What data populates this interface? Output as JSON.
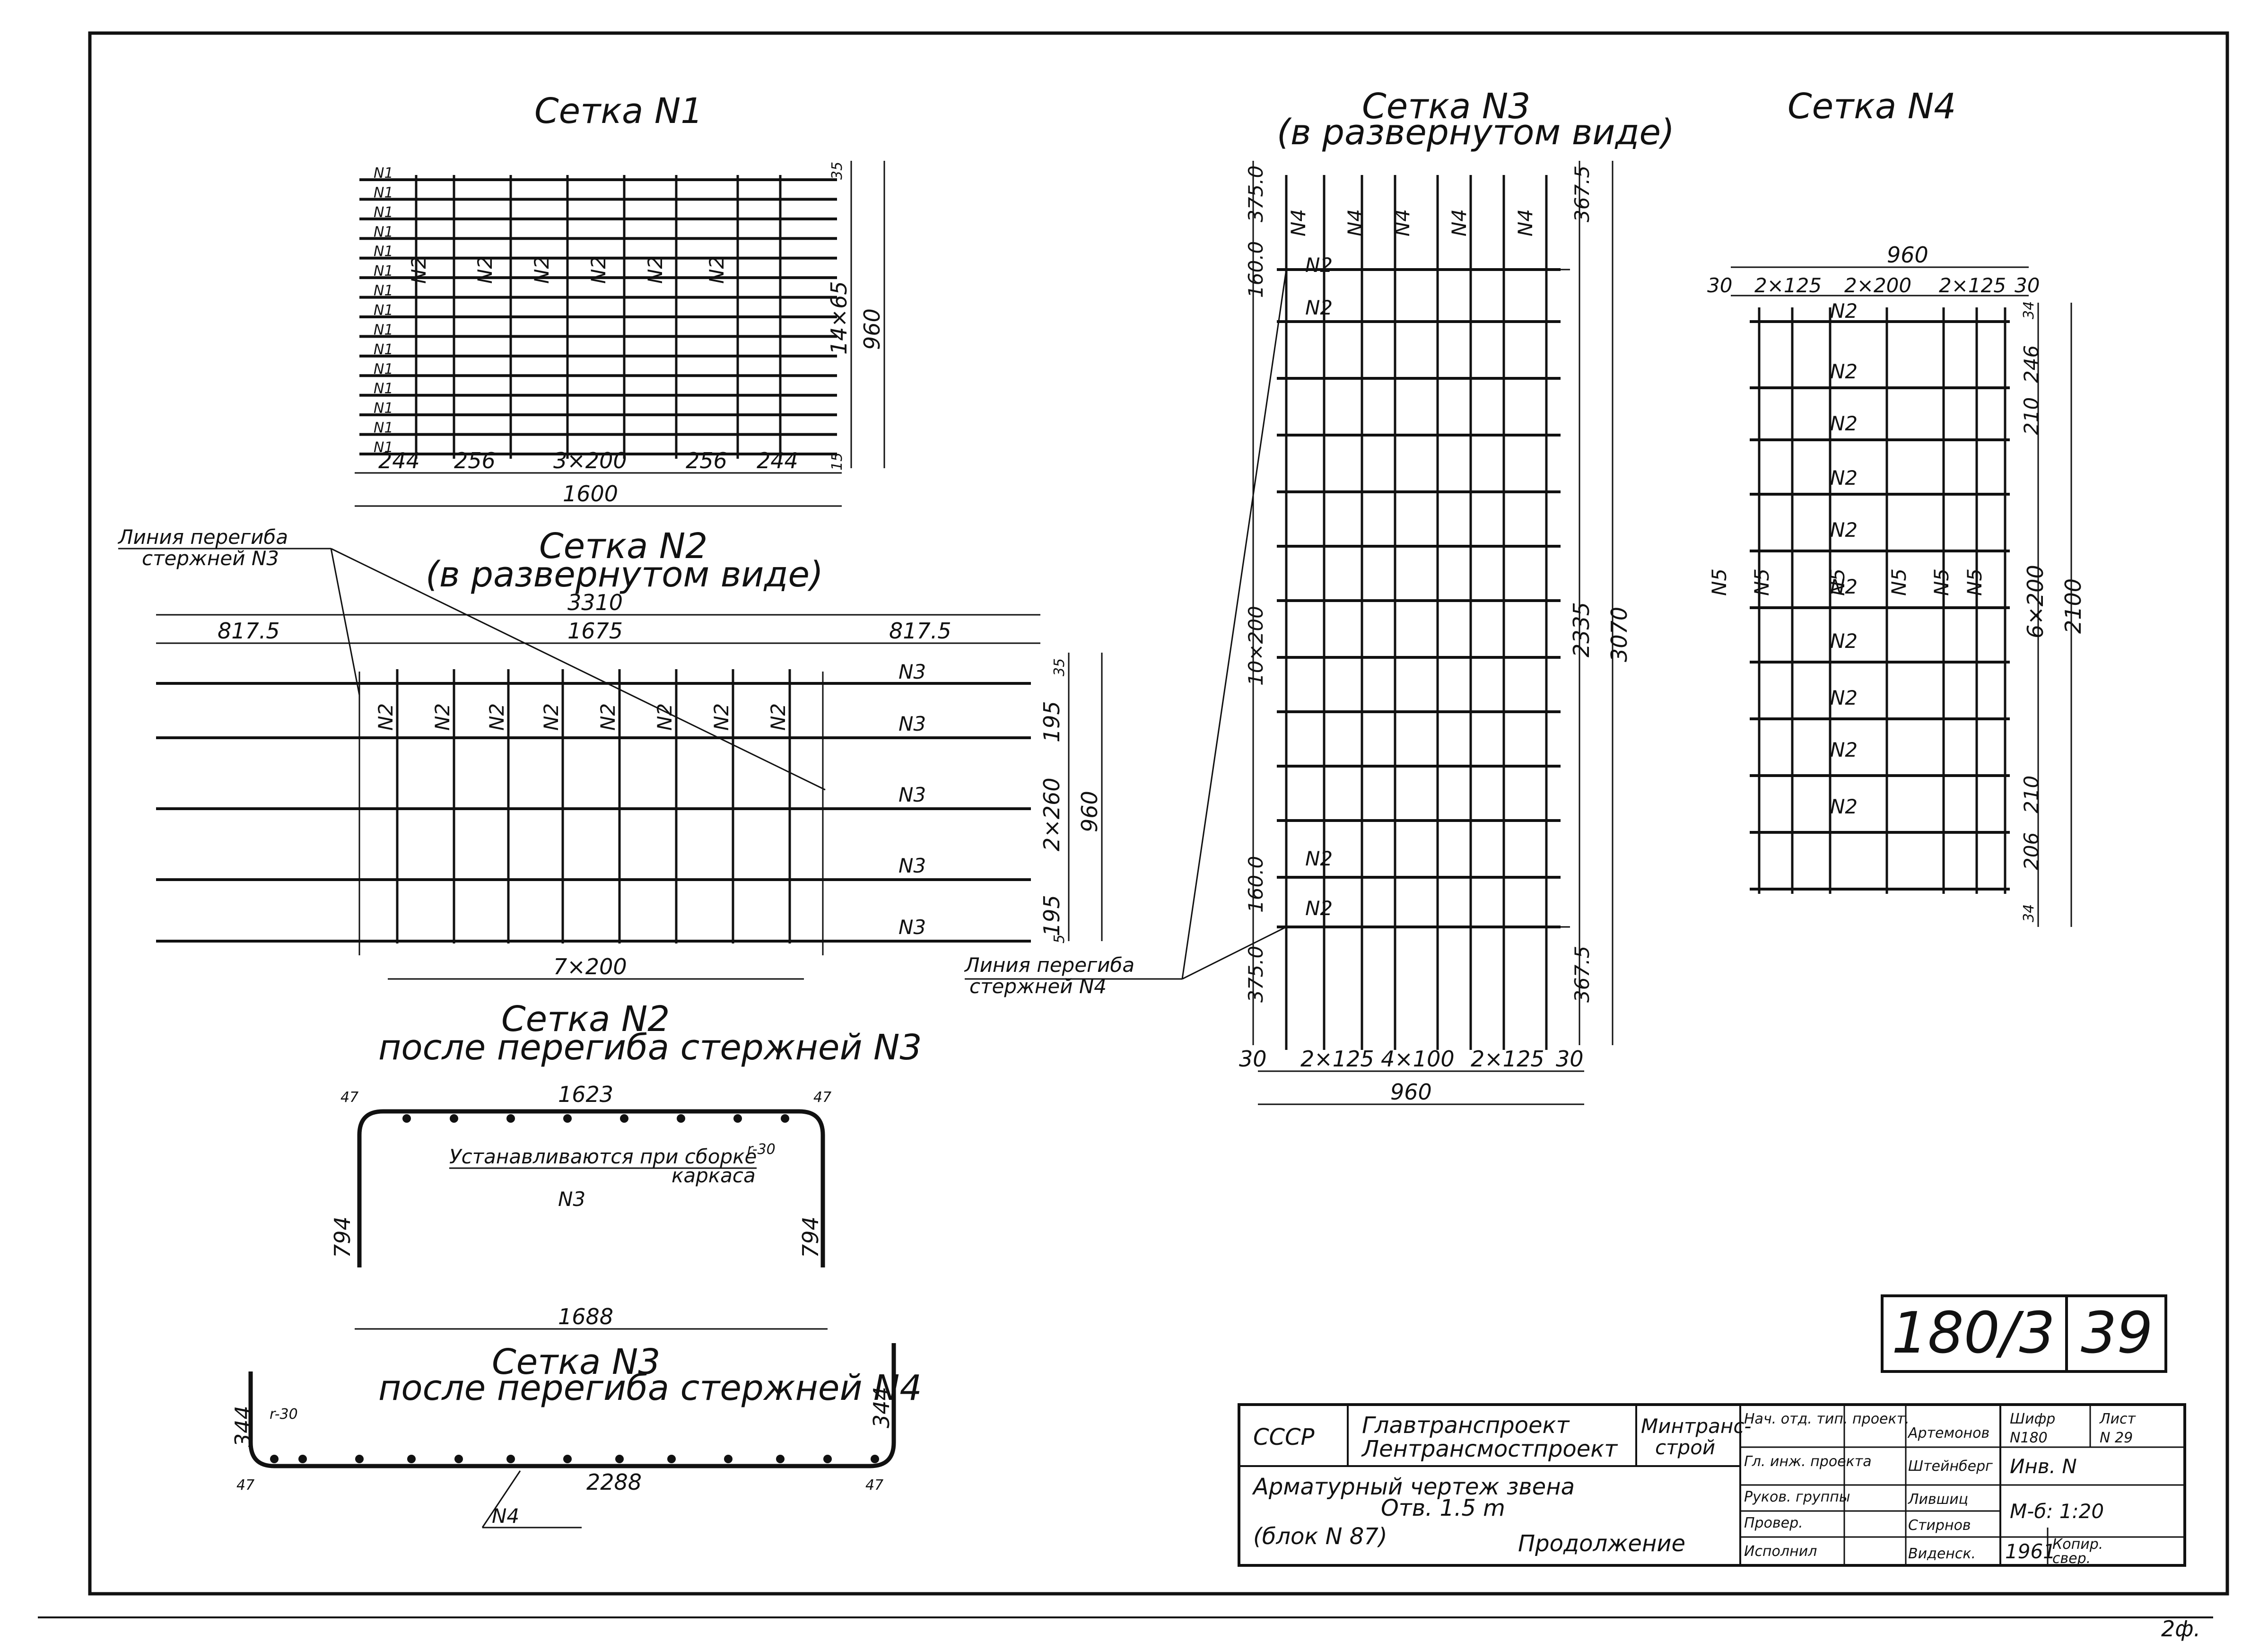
{
  "sheet": {
    "number": "180/3",
    "page": "39",
    "footer_mark": "2ф."
  },
  "mesh1": {
    "title": "Сетка N1",
    "bar_labels": [
      "N1",
      "N1",
      "N1",
      "N1",
      "N1",
      "N1",
      "N1",
      "N1",
      "N1",
      "N1",
      "N1",
      "N1",
      "N1",
      "N1",
      "N1"
    ],
    "vertical_labels": [
      "N2",
      "N2",
      "N2",
      "N2",
      "N2",
      "N2"
    ],
    "dims_bottom": [
      "244",
      "256",
      "3×200",
      "256",
      "244"
    ],
    "dim_total": "1600",
    "dims_right": [
      "35",
      "14×65",
      "15"
    ],
    "dim_right_total": "960"
  },
  "mesh2_flat": {
    "title": "Сетка N2",
    "subtitle": "(в развернутом виде)",
    "dim_overall": "3310",
    "dims_top": [
      "817.5",
      "1675",
      "817.5"
    ],
    "vertical_labels": [
      "N2",
      "N2",
      "N2",
      "N2",
      "N2",
      "N2",
      "N2",
      "N2"
    ],
    "bar_labels": [
      "N3",
      "N3",
      "N3",
      "N3",
      "N3"
    ],
    "dims_right": [
      "35",
      "195",
      "2×260",
      "195",
      "5"
    ],
    "dim_right_total": "960",
    "dim_bottom": "7×200",
    "bend_line_label_1": "Линия перегиба",
    "bend_line_label_2": "стержней N3"
  },
  "mesh2_bent": {
    "title": "Сетка N2",
    "subtitle": "после перегиба стержней N3",
    "dim_top": "1623",
    "dim_bottom": "1688",
    "dim_left": "794",
    "dim_right": "794",
    "corner_left": "47",
    "corner_right": "47",
    "radius": "r-30",
    "note_1": "Устанавливаются при сборке",
    "note_2": "каркаса",
    "bar_mark": "N3"
  },
  "mesh3_flat": {
    "title": "Сетка N3",
    "subtitle": "(в развернутом виде)",
    "top_labels": [
      "N4",
      "N4",
      "N4",
      "N4",
      "N4"
    ],
    "row_labels_top": [
      "N2",
      "N2"
    ],
    "row_labels_bottom": [
      "N2",
      "N2"
    ],
    "dims_left": [
      "375.0",
      "160.0",
      "10×200",
      "160.0",
      "375.0"
    ],
    "dims_right": [
      "367.5",
      "2335",
      "367.5"
    ],
    "dim_right_total": "3070",
    "dims_bottom": [
      "30",
      "2×125",
      "4×100",
      "2×125",
      "30"
    ],
    "dim_bottom_total": "960",
    "bend_line_label_1": "Линия перегиба",
    "bend_line_label_2": "стержней N4"
  },
  "mesh3_bent": {
    "title": "Сетка N3",
    "subtitle": "после перегиба стержней N4",
    "dim_bottom": "2288",
    "dim_left": "344",
    "dim_right": "344",
    "corner_left": "47",
    "corner_right": "47",
    "radius": "r-30",
    "bar_mark": "N4"
  },
  "mesh4": {
    "title": "Сетка N4",
    "dim_total": "960",
    "dims_top": [
      "30",
      "2×125",
      "2×200",
      "2×125",
      "30"
    ],
    "top_row_label": "N2",
    "row_labels": [
      "N2",
      "N2",
      "N2",
      "N2",
      "N2",
      "N2",
      "N2",
      "N2",
      "N2"
    ],
    "vertical_labels": [
      "N5",
      "N5",
      "N5",
      "N5",
      "N5",
      "N5"
    ],
    "dims_right": [
      "34",
      "246",
      "210",
      "6×200",
      "210",
      "206",
      "34"
    ],
    "dim_right_total": "2100"
  },
  "title_block": {
    "org_1": "СССР",
    "org_2": "Главтранспроект",
    "org_3": "Лентрансмостпроект",
    "org_4a": "Минтранс-",
    "org_4b": "строй",
    "drawing_title_1": "Арматурный чертеж звена",
    "drawing_title_2": "Отв. 1.5 m",
    "drawing_title_3": "(блок N 87)",
    "drawing_title_4": "Продолжение",
    "roles": [
      "Нач. отд. тип. проект.",
      "Гл. инж. проекта",
      "Руков. группы",
      "Провер.",
      "Исполнил"
    ],
    "names": [
      "Артемонов",
      "Штейнберг",
      "Лившиц",
      "Стирнов",
      "Виденск."
    ],
    "code_label": "Шифр",
    "code_value": "N180",
    "sheet_label": "Лист",
    "sheet_value": "N 29",
    "inv_label": "Инв. N",
    "scale": "М-б: 1:20",
    "year": "1961",
    "copy_1": "Копир.",
    "copy_2": "свер."
  }
}
